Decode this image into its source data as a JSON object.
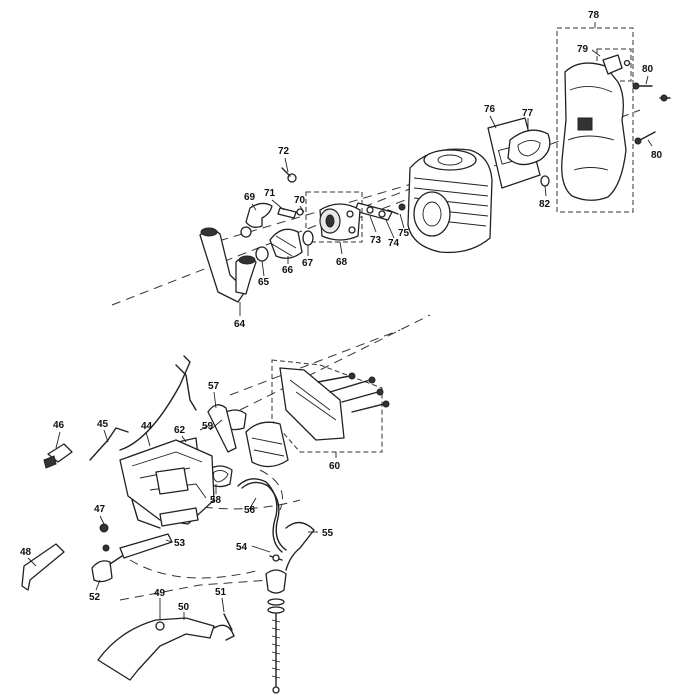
{
  "callouts": [
    {
      "id": "78",
      "label": "78"
    },
    {
      "id": "79",
      "label": "79"
    },
    {
      "id": "80a",
      "label": "80"
    },
    {
      "id": "80b",
      "label": "80"
    },
    {
      "id": "82",
      "label": "82"
    },
    {
      "id": "76",
      "label": "76"
    },
    {
      "id": "77",
      "label": "77"
    },
    {
      "id": "72",
      "label": "72"
    },
    {
      "id": "71",
      "label": "71"
    },
    {
      "id": "70",
      "label": "70"
    },
    {
      "id": "69",
      "label": "69"
    },
    {
      "id": "73",
      "label": "73"
    },
    {
      "id": "74",
      "label": "74"
    },
    {
      "id": "75",
      "label": "75"
    },
    {
      "id": "68",
      "label": "68"
    },
    {
      "id": "67",
      "label": "67"
    },
    {
      "id": "66",
      "label": "66"
    },
    {
      "id": "65",
      "label": "65"
    },
    {
      "id": "64",
      "label": "64"
    },
    {
      "id": "57",
      "label": "57"
    },
    {
      "id": "59",
      "label": "59"
    },
    {
      "id": "62",
      "label": "62"
    },
    {
      "id": "60",
      "label": "60"
    },
    {
      "id": "58",
      "label": "58"
    },
    {
      "id": "56",
      "label": "56"
    },
    {
      "id": "55",
      "label": "55"
    },
    {
      "id": "54",
      "label": "54"
    },
    {
      "id": "46",
      "label": "46"
    },
    {
      "id": "45",
      "label": "45"
    },
    {
      "id": "44",
      "label": "44"
    },
    {
      "id": "47",
      "label": "47"
    },
    {
      "id": "53",
      "label": "53"
    },
    {
      "id": "48",
      "label": "48"
    },
    {
      "id": "52",
      "label": "52"
    },
    {
      "id": "49",
      "label": "49"
    },
    {
      "id": "50",
      "label": "50"
    },
    {
      "id": "51",
      "label": "51"
    }
  ]
}
